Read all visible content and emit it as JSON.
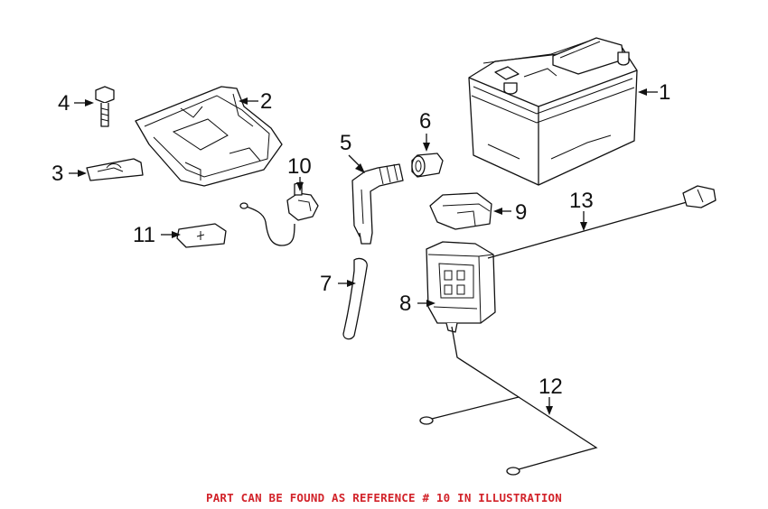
{
  "diagram": {
    "callouts": [
      {
        "id": "c1",
        "text": "1"
      },
      {
        "id": "c2",
        "text": "2"
      },
      {
        "id": "c3",
        "text": "3"
      },
      {
        "id": "c4",
        "text": "4"
      },
      {
        "id": "c5",
        "text": "5"
      },
      {
        "id": "c6",
        "text": "6"
      },
      {
        "id": "c7",
        "text": "7"
      },
      {
        "id": "c8",
        "text": "8"
      },
      {
        "id": "c9",
        "text": "9"
      },
      {
        "id": "c10",
        "text": "10"
      },
      {
        "id": "c11",
        "text": "11"
      },
      {
        "id": "c12",
        "text": "12"
      },
      {
        "id": "c13",
        "text": "13"
      }
    ]
  },
  "footer": {
    "note": "PART CAN BE FOUND AS REFERENCE # 10 IN ILLUSTRATION",
    "note_color": "#d2232a"
  }
}
